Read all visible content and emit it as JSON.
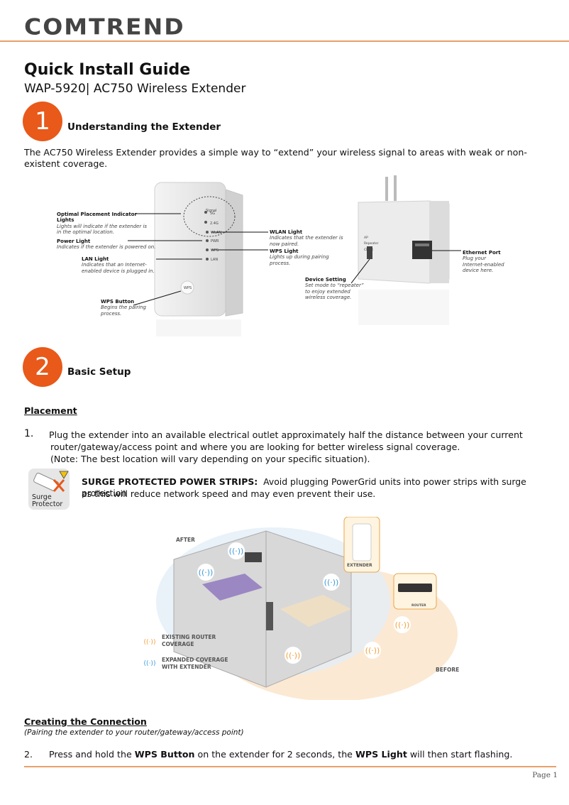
{
  "header": {
    "logo": "COMTREND"
  },
  "doc": {
    "title": "Quick Install Guide",
    "subtitle": "WAP-5920| AC750 Wireless Extender"
  },
  "step1": {
    "number": "1",
    "heading": "Understanding the Extender"
  },
  "intro_line1": "The AC750 Wireless Extender provides a simple way to “extend” your wireless signal to areas with weak or non-",
  "intro_line2": "existent coverage.",
  "front_diagram": {
    "signal_label": "Signal",
    "led_5g": "5G",
    "led_24g": "2.4G",
    "led_wlan": "WLAN",
    "led_pwr": "PWR",
    "led_wps": "WPS",
    "led_lan": "LAN",
    "wps_btn": "WPS",
    "placement_title": "Optimal Placement Indicator Lights",
    "placement_desc": "Lights will indicate if the extender is in the optimal location.",
    "power_title": "Power Light",
    "power_desc": "Indicates if the extender is powered on.",
    "lan_title": "LAN Light",
    "lan_desc": "Indicates that an Internet-enabled device is plugged in.",
    "wps_button_title": "WPS Button",
    "wps_button_desc": "Begins the pairing process.",
    "wlan_title": "WLAN Light",
    "wlan_desc": "Indicates that the extender is now paired.",
    "wps_light_title": "WPS Light",
    "wps_light_desc": "Lights up during pairing process."
  },
  "side_diagram": {
    "switch_label": "AP Repeater Client",
    "device_title": "Device Setting",
    "device_desc": "Set mode to “repeater” to enjoy extended wireless coverage.",
    "eth_title": "Ethernet Port",
    "eth_desc": "Plug your Internet-enabled device here."
  },
  "step2": {
    "number": "2",
    "heading": "Basic Setup"
  },
  "placement": {
    "heading": "Placement",
    "item_num": "1.",
    "item_line1": "Plug the extender into an available electrical outlet approximately half the distance between your current",
    "item_line2": "router/gateway/access point and where you are looking for better wireless signal coverage.",
    "item_line3": "(Note: The best location will vary depending on your specific situation)."
  },
  "surge": {
    "icon_label": "Surge Protector",
    "bold": "SURGE PROTECTED POWER STRIPS:",
    "text_line1": "Avoid plugging PowerGrid units into power strips with surge protection",
    "text_line2": "as this will reduce network speed and may even prevent their use."
  },
  "coverage": {
    "after": "AFTER",
    "before": "BEFORE",
    "extender": "EXTENDER",
    "router": "ROUTER",
    "legend_existing": "EXISTING ROUTER COVERAGE",
    "legend_expanded": "EXPANDED COVERAGE WITH EXTENDER",
    "color_existing": "#f0a03c",
    "color_expanded": "#3a9ad9"
  },
  "connection": {
    "heading": "Creating the Connection",
    "subtitle": "(Pairing the extender to your router/gateway/access point)",
    "item_num": "2.",
    "pre": "Press and hold the ",
    "wps_button": "WPS Button",
    "mid": " on the extender for 2 seconds, the ",
    "wps_light": "WPS Light",
    "post": " will then start flashing."
  },
  "footer": {
    "page": "Page 1"
  },
  "colors": {
    "accent": "#e8591a",
    "rule": "#e8a06a"
  }
}
